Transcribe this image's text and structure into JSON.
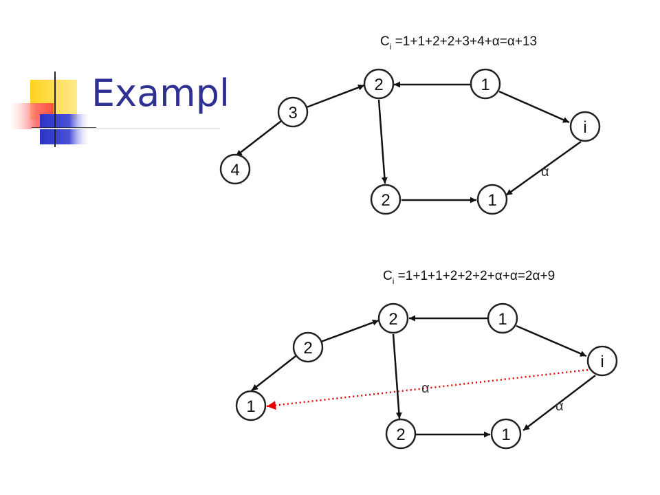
{
  "slide": {
    "title": "Exampl"
  },
  "colors": {
    "title": "#2e3192",
    "accent_yellow": "#ffcc00",
    "accent_blue": "#2e35c9",
    "accent_red": "#ff4d4d",
    "edge": "#111111",
    "highlight_edge": "#e60000"
  },
  "graphs": [
    {
      "id": "top",
      "formula": {
        "c": "C",
        "sub": "i",
        "rest": " =1+1+2+2+3+4+α=α+13"
      },
      "nodes": [
        {
          "id": "a",
          "label": "2"
        },
        {
          "id": "b",
          "label": "1"
        },
        {
          "id": "c",
          "label": "i"
        },
        {
          "id": "d",
          "label": "3"
        },
        {
          "id": "e",
          "label": "4"
        },
        {
          "id": "f",
          "label": "2"
        },
        {
          "id": "g",
          "label": "1"
        }
      ],
      "edges": [
        {
          "from": "b",
          "to": "a",
          "label": ""
        },
        {
          "from": "b",
          "to": "c",
          "label": ""
        },
        {
          "from": "c",
          "to": "g",
          "label": "α"
        },
        {
          "from": "a",
          "to": "f",
          "label": ""
        },
        {
          "from": "f",
          "to": "g",
          "label": ""
        },
        {
          "from": "d",
          "to": "a",
          "label": ""
        },
        {
          "from": "d",
          "to": "e",
          "label": ""
        }
      ]
    },
    {
      "id": "bottom",
      "formula": {
        "c": "C",
        "sub": "i",
        "rest": " =1+1+1+2+2+2+α+α=2α+9"
      },
      "nodes": [
        {
          "id": "a",
          "label": "2"
        },
        {
          "id": "b",
          "label": "1"
        },
        {
          "id": "c",
          "label": "i"
        },
        {
          "id": "d",
          "label": "2"
        },
        {
          "id": "e",
          "label": "1"
        },
        {
          "id": "f",
          "label": "2"
        },
        {
          "id": "g",
          "label": "1"
        }
      ],
      "edges": [
        {
          "from": "b",
          "to": "a",
          "label": ""
        },
        {
          "from": "b",
          "to": "c",
          "label": ""
        },
        {
          "from": "c",
          "to": "g",
          "label": "α"
        },
        {
          "from": "a",
          "to": "f",
          "label": ""
        },
        {
          "from": "f",
          "to": "g",
          "label": ""
        },
        {
          "from": "d",
          "to": "a",
          "label": ""
        },
        {
          "from": "d",
          "to": "e",
          "label": ""
        },
        {
          "from": "c",
          "to": "e",
          "label": "α",
          "style": "dotted-red"
        }
      ]
    }
  ]
}
